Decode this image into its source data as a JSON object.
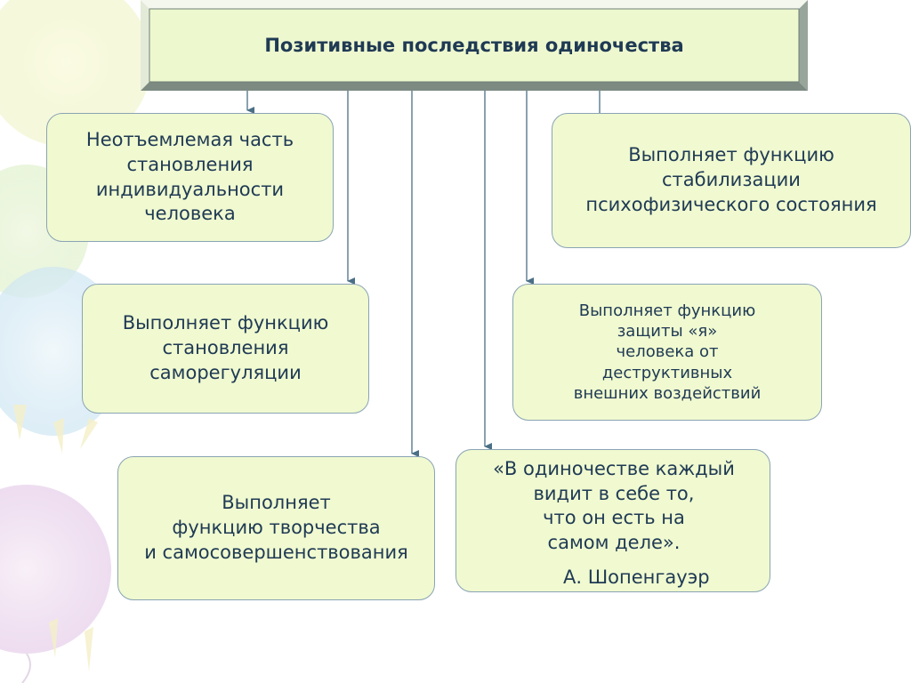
{
  "title": "Позитивные последствия одиночества",
  "boxes": {
    "b1": "Неотъемлемая часть\nстановления\nиндивидуальности\nчеловека",
    "b2": "Выполняет функцию\nстабилизации\nпсихофизического состояния",
    "b3": "Выполняет функцию\nстановления\nсаморегуляции",
    "b4": "Выполняет функцию\nзащиты «я»\nчеловека от\nдеструктивных\nвнешних воздействий",
    "b5": "Выполняет\nфункцию творчества\nи самосовершенствования",
    "b6_quote": "«В одиночестве каждый\nвидит в себе то,\nчто он есть на\nсамом деле».",
    "b6_author": "А. Шопенгауэр"
  },
  "colors": {
    "box_fill": "#f0f9d0",
    "box_border": "#8aa4b4",
    "text": "#1f3a54",
    "title_fill": "#eef8cf",
    "connector": "#4a6f86"
  }
}
